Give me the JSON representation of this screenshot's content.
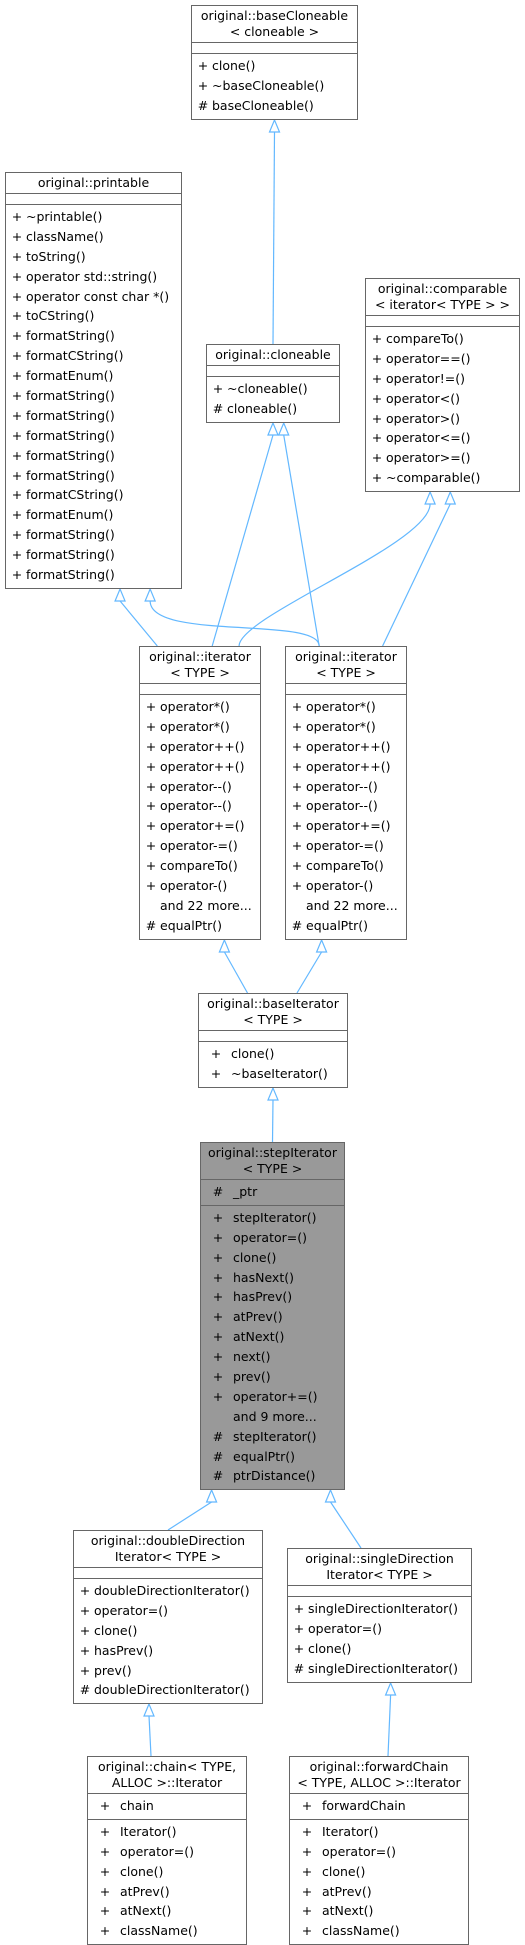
{
  "colors": {
    "edge": "#63b8ff",
    "border": "#666666",
    "highlight": "#999999"
  },
  "nodes": {
    "baseCloneable": {
      "title": [
        "original::baseCloneable",
        "< cloneable >"
      ],
      "attrs": [],
      "methods": [
        [
          "+",
          "clone()"
        ],
        [
          "+",
          "~baseCloneable()"
        ],
        [
          "#",
          "baseCloneable()"
        ]
      ]
    },
    "printable": {
      "title": [
        "original::printable"
      ],
      "attrs": [],
      "methods": [
        [
          "+",
          "~printable()"
        ],
        [
          "+",
          "className()"
        ],
        [
          "+",
          "toString()"
        ],
        [
          "+",
          "operator std::string()"
        ],
        [
          "+",
          "operator const char *()"
        ],
        [
          "+",
          "toCString()"
        ],
        [
          "+",
          "formatString()"
        ],
        [
          "+",
          "formatCString()"
        ],
        [
          "+",
          "formatEnum()"
        ],
        [
          "+",
          "formatString()"
        ],
        [
          "+",
          "formatString()"
        ],
        [
          "+",
          "formatString()"
        ],
        [
          "+",
          "formatString()"
        ],
        [
          "+",
          "formatString()"
        ],
        [
          "+",
          "formatCString()"
        ],
        [
          "+",
          "formatEnum()"
        ],
        [
          "+",
          "formatString()"
        ],
        [
          "+",
          "formatString()"
        ],
        [
          "+",
          "formatString()"
        ]
      ]
    },
    "cloneable": {
      "title": [
        "original::cloneable"
      ],
      "attrs": [],
      "methods": [
        [
          "+",
          "~cloneable()"
        ],
        [
          "#",
          "cloneable()"
        ]
      ]
    },
    "comparable": {
      "title": [
        "original::comparable",
        "< iterator< TYPE > >"
      ],
      "attrs": [],
      "methods": [
        [
          "+",
          "compareTo()"
        ],
        [
          "+",
          "operator==()"
        ],
        [
          "+",
          "operator!=()"
        ],
        [
          "+",
          "operator<()"
        ],
        [
          "+",
          "operator>()"
        ],
        [
          "+",
          "operator<=()"
        ],
        [
          "+",
          "operator>=()"
        ],
        [
          "+",
          "~comparable()"
        ]
      ]
    },
    "iterator1": {
      "title": [
        "original::iterator",
        "< TYPE >"
      ],
      "attrs": [],
      "methods": [
        [
          "+",
          "operator*()"
        ],
        [
          "+",
          "operator*()"
        ],
        [
          "+",
          "operator++()"
        ],
        [
          "+",
          "operator++()"
        ],
        [
          "+",
          "operator--()"
        ],
        [
          "+",
          "operator--()"
        ],
        [
          "+",
          "operator+=()"
        ],
        [
          "+",
          "operator-=()"
        ],
        [
          "+",
          "compareTo()"
        ],
        [
          "+",
          "operator-()"
        ],
        [
          "",
          "and 22 more..."
        ],
        [
          "#",
          "equalPtr()"
        ]
      ]
    },
    "iterator2": {
      "title": [
        "original::iterator",
        "< TYPE >"
      ],
      "attrs": [],
      "methods": [
        [
          "+",
          "operator*()"
        ],
        [
          "+",
          "operator*()"
        ],
        [
          "+",
          "operator++()"
        ],
        [
          "+",
          "operator++()"
        ],
        [
          "+",
          "operator--()"
        ],
        [
          "+",
          "operator--()"
        ],
        [
          "+",
          "operator+=()"
        ],
        [
          "+",
          "operator-=()"
        ],
        [
          "+",
          "compareTo()"
        ],
        [
          "+",
          "operator-()"
        ],
        [
          "",
          "and 22 more..."
        ],
        [
          "#",
          "equalPtr()"
        ]
      ]
    },
    "baseIterator": {
      "title": [
        "original::baseIterator",
        "< TYPE >"
      ],
      "attrs": [],
      "methods": [
        [
          "+",
          "clone()"
        ],
        [
          "+",
          "~baseIterator()"
        ]
      ]
    },
    "stepIterator": {
      "title": [
        "original::stepIterator",
        "< TYPE >"
      ],
      "attrs": [
        [
          "#",
          "_ptr"
        ]
      ],
      "methods": [
        [
          "+",
          "stepIterator()"
        ],
        [
          "+",
          "operator=()"
        ],
        [
          "+",
          "clone()"
        ],
        [
          "+",
          "hasNext()"
        ],
        [
          "+",
          "hasPrev()"
        ],
        [
          "+",
          "atPrev()"
        ],
        [
          "+",
          "atNext()"
        ],
        [
          "+",
          "next()"
        ],
        [
          "+",
          "prev()"
        ],
        [
          "+",
          "operator+=()"
        ],
        [
          "",
          "and 9 more..."
        ],
        [
          "#",
          "stepIterator()"
        ],
        [
          "#",
          "equalPtr()"
        ],
        [
          "#",
          "ptrDistance()"
        ]
      ]
    },
    "doubleDirection": {
      "title": [
        "original::doubleDirection",
        "Iterator< TYPE >"
      ],
      "attrs": [],
      "methods": [
        [
          "+",
          "doubleDirectionIterator()"
        ],
        [
          "+",
          "operator=()"
        ],
        [
          "+",
          "clone()"
        ],
        [
          "+",
          "hasPrev()"
        ],
        [
          "+",
          "prev()"
        ],
        [
          "#",
          "doubleDirectionIterator()"
        ]
      ]
    },
    "singleDirection": {
      "title": [
        "original::singleDirection",
        "Iterator< TYPE >"
      ],
      "attrs": [],
      "methods": [
        [
          "+",
          "singleDirectionIterator()"
        ],
        [
          "+",
          "operator=()"
        ],
        [
          "+",
          "clone()"
        ],
        [
          "#",
          "singleDirectionIterator()"
        ]
      ]
    },
    "chainIterator": {
      "title": [
        "original::chain< TYPE,",
        "ALLOC >::Iterator"
      ],
      "attrs": [
        [
          "+",
          "chain"
        ]
      ],
      "methods": [
        [
          "+",
          "Iterator()"
        ],
        [
          "+",
          "operator=()"
        ],
        [
          "+",
          "clone()"
        ],
        [
          "+",
          "atPrev()"
        ],
        [
          "+",
          "atNext()"
        ],
        [
          "+",
          "className()"
        ]
      ]
    },
    "forwardChainIterator": {
      "title": [
        "original::forwardChain",
        "< TYPE, ALLOC >::Iterator"
      ],
      "attrs": [
        [
          "+",
          "forwardChain"
        ]
      ],
      "methods": [
        [
          "+",
          "Iterator()"
        ],
        [
          "+",
          "operator=()"
        ],
        [
          "+",
          "clone()"
        ],
        [
          "+",
          "atPrev()"
        ],
        [
          "+",
          "atNext()"
        ],
        [
          "+",
          "className()"
        ]
      ]
    }
  }
}
